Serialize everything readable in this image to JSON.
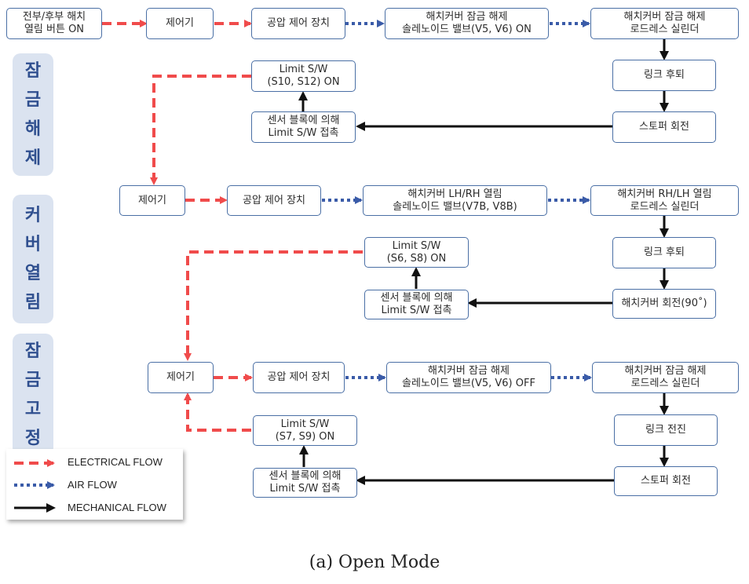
{
  "side_labels": {
    "unlock": "잠\n금\n해\n제",
    "cover_open": "커\n버\n열\n림",
    "lock": "잠\n금\n고\n정"
  },
  "row1": {
    "start": "전부/후부 해치\n열림 버튼 ON",
    "controller": "제어기",
    "air_control": "공압 제어 장치",
    "solenoid": "해치커버 잠금 해제\n솔레노이드 밸브(V5, V6) ON",
    "cylinder": "해치커버 잠금 해제\n로드레스 실린더",
    "link": "링크 후퇴",
    "stopper": "스토퍼 회전",
    "sensor": "센서 블록에 의해\nLimit S/W 접촉",
    "limit": "Limit S/W\n(S10, S12) ON"
  },
  "row2": {
    "controller": "제어기",
    "air_control": "공압 제어 장치",
    "solenoid": "해치커버 LH/RH 열림\n솔레노이드 밸브(V7B, V8B)",
    "cylinder": "해치커버 RH/LH 열림\n로드레스 실린더",
    "link": "링크 후퇴",
    "rotation": "해치커버 회전(90˚)",
    "sensor": "센서 블록에 의해\nLimit S/W 접촉",
    "limit": "Limit S/W\n(S6, S8) ON"
  },
  "row3": {
    "controller": "제어기",
    "air_control": "공압 제어 장치",
    "solenoid": "해치커버 잠금 해제\n솔레노이드 밸브(V5, V6) OFF",
    "cylinder": "해치커버 잠금 해제\n로드레스 실린더",
    "link": "링크 전진",
    "stopper": "스토퍼 회전",
    "sensor": "센서 블록에 의해\nLimit S/W 접촉",
    "limit": "Limit S/W\n(S7, S9) ON"
  },
  "legend": {
    "electrical": "ELECTRICAL FLOW",
    "air": "AIR FLOW",
    "mechanical": "MECHANICAL FLOW"
  },
  "colors": {
    "electrical": "#f04b4b",
    "air": "#3a5ba8",
    "mechanical": "#111111",
    "box_border": "#4a6fa5",
    "side_fill": "#dbe3f0"
  },
  "caption": "(a) Open Mode"
}
